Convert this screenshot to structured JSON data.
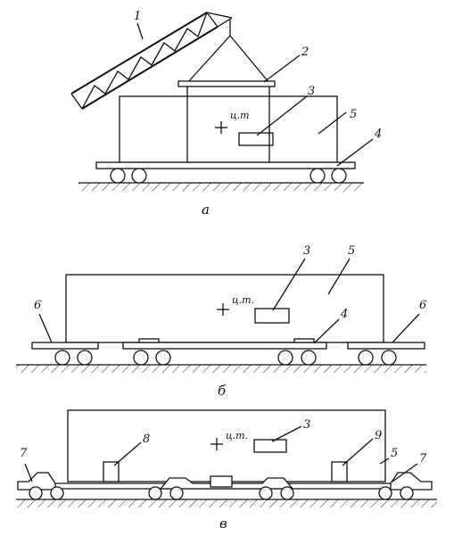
{
  "diagrams": [
    {
      "caption": "а",
      "cg_label": "ц.т",
      "callouts": [
        "1",
        "2",
        "3",
        "5",
        "4"
      ]
    },
    {
      "caption": "б",
      "cg_label": "ц.т.",
      "callouts": [
        "3",
        "5",
        "6",
        "4",
        "6"
      ]
    },
    {
      "caption": "в",
      "cg_label": "ц.т.",
      "callouts": [
        "3",
        "8",
        "9",
        "5",
        "7",
        "7"
      ]
    }
  ]
}
